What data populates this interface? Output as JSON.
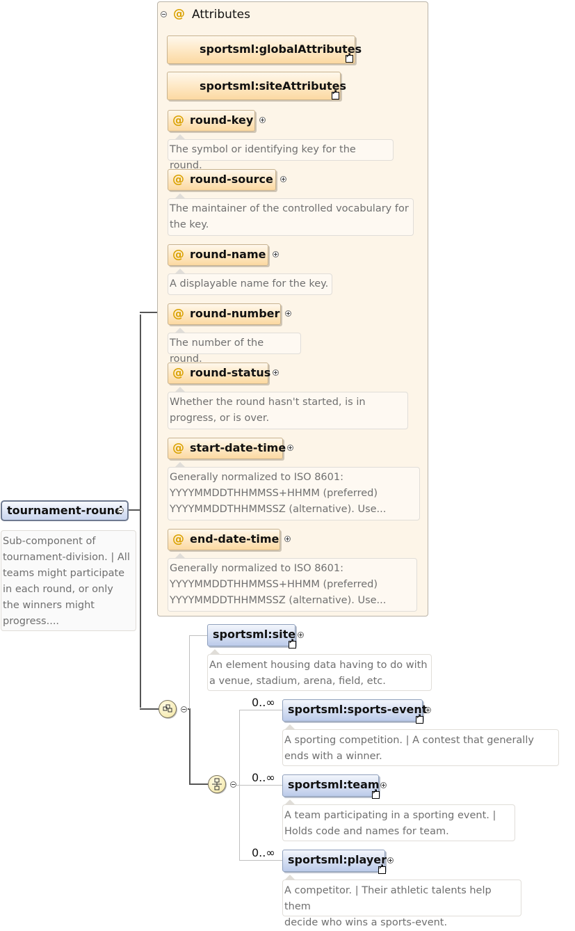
{
  "root": {
    "name": "tournament-round",
    "description": "Sub-component of\ntournament-division. | All\nteams might participate\nin each round, or only\nthe winners might\nprogress...."
  },
  "attributes_panel": {
    "header": "Attributes",
    "groups": [
      {
        "name": "sportsml:globalAttributes"
      },
      {
        "name": "sportsml:siteAttributes"
      }
    ],
    "items": [
      {
        "name": "round-key",
        "description": "The symbol or identifying key for the round."
      },
      {
        "name": "round-source",
        "description": "The maintainer of the controlled vocabulary for\nthe key."
      },
      {
        "name": "round-name",
        "description": "A displayable name for the key."
      },
      {
        "name": "round-number",
        "description": "The number of the round."
      },
      {
        "name": "round-status",
        "description": "Whether the round hasn't started, is in\nprogress, or is over."
      },
      {
        "name": "start-date-time",
        "description": "Generally normalized to ISO 8601:\nYYYYMMDDTHHMMSS+HHMM (preferred)\nYYYYMMDDTHHMMSSZ (alternative). Use..."
      },
      {
        "name": "end-date-time",
        "description": "Generally normalized to ISO 8601:\nYYYYMMDDTHHMMSS+HHMM (preferred)\nYYYYMMDDTHHMMSSZ (alternative). Use..."
      }
    ]
  },
  "elements": [
    {
      "name": "sportsml:site",
      "description": "An element housing data having to do with\na venue, stadium, arena, field, etc."
    },
    {
      "name": "sportsml:sports-event",
      "cardinality": "0..∞",
      "description": "A sporting competition. | A contest that generally\nends with a winner."
    },
    {
      "name": "sportsml:team",
      "cardinality": "0..∞",
      "description": "A team participating in a sporting event. |\nHolds code and names for team."
    },
    {
      "name": "sportsml:player",
      "cardinality": "0..∞",
      "description": "A competitor. | Their athletic talents help them\ndecide who wins a sports-event."
    }
  ],
  "icons": {
    "attribute": "at-sign-icon",
    "attribute_group": "attribute-group-icon",
    "reference": "reference-arrow-icon",
    "expand": "plus-circle-icon",
    "collapse": "minus-circle-icon",
    "sequence": "sequence-compositor-icon",
    "choice": "choice-compositor-icon"
  },
  "colors": {
    "attribute_fill": "#fcd9a1",
    "element_fill": "#bccbea",
    "panel_bg": "#fdf5e8",
    "at_sign": "#d9a100"
  }
}
